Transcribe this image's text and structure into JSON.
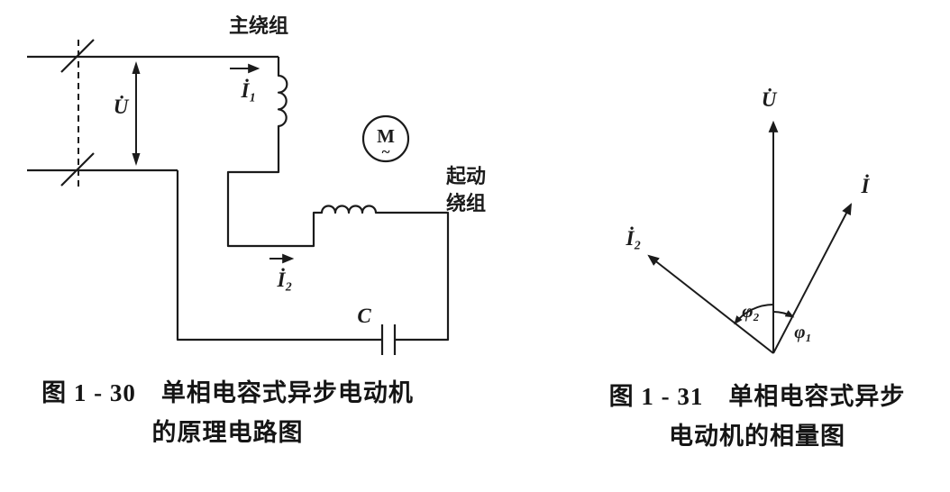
{
  "figure_left": {
    "winding_label": "主绕组",
    "voltage_label": "U̇",
    "current1_label": "İ₁",
    "current2_label": "İ₂",
    "motor_letter": "M",
    "motor_tilde": "~",
    "start_winding_line1": "起动",
    "start_winding_line2": "绕组",
    "capacitor_label": "C",
    "caption_line1": "图 1 - 30　单相电容式异步电动机",
    "caption_line2": "的原理电路图"
  },
  "figure_right": {
    "voltage_label": "U̇",
    "current_label": "İ",
    "current2_label": "İ₂",
    "phi1_label": "φ₁",
    "phi2_label": "φ₂",
    "caption_line1": "图 1 - 31　单相电容式异步",
    "caption_line2": "电动机的相量图"
  }
}
